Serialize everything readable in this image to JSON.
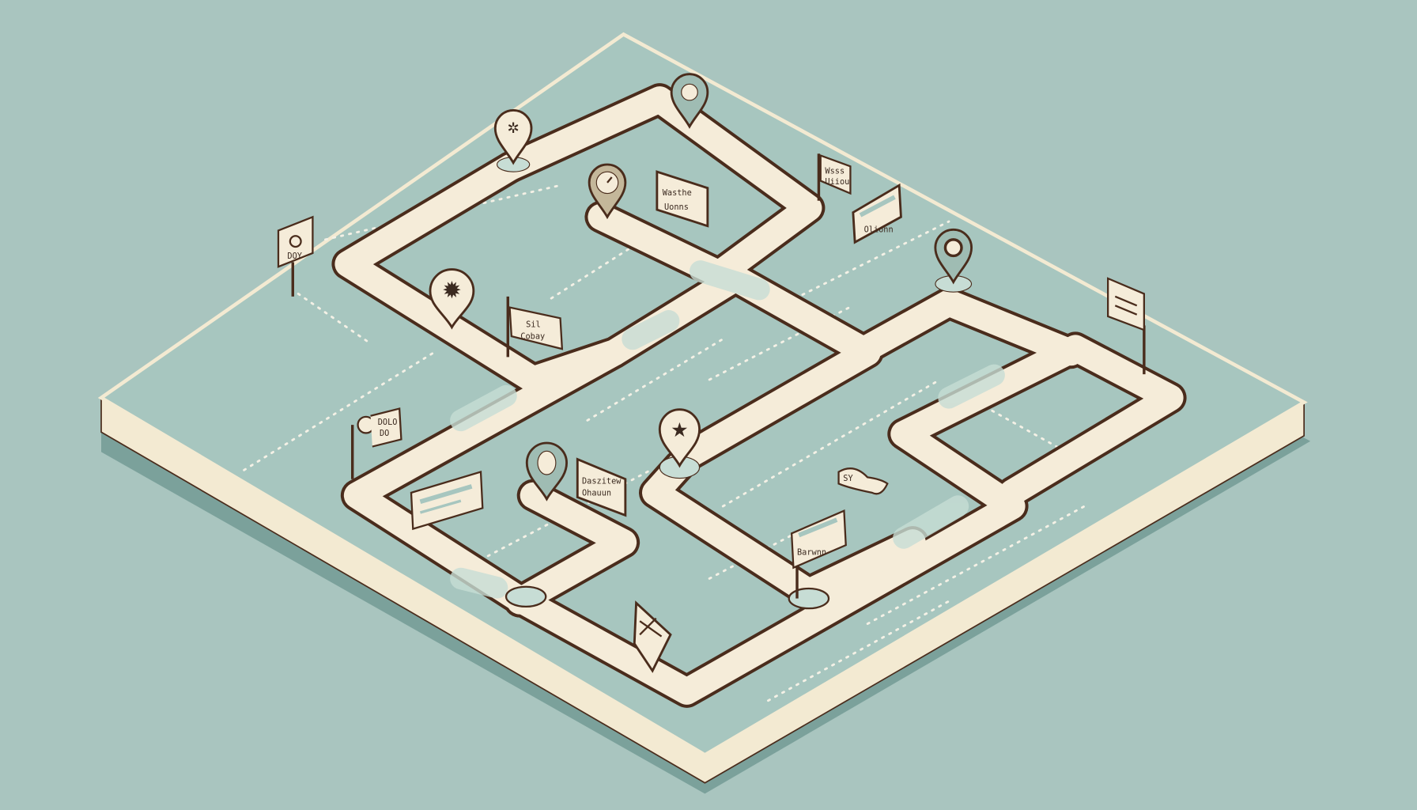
{
  "colors": {
    "background": "#a9c5bf",
    "platform_top": "#a7c6bf",
    "platform_edge": "#f3ead2",
    "platform_shadow": "#6f9792",
    "road_fill": "#f5ecd9",
    "road_outline": "#4a2c1c",
    "highlight": "#c7ddd5"
  },
  "signs": {
    "flag_left": {
      "line1": "DOY",
      "line2": ""
    },
    "box_center": {
      "line1": "Wasthe",
      "line2": "Uonns"
    },
    "flag_top_right": {
      "line1": "Wsss",
      "line2": "Uiiou"
    },
    "box_right": {
      "line1": "Olionn"
    },
    "flag_mid": {
      "line1": "Sil",
      "line2": "Cobay"
    },
    "flag_lower_left": {
      "line1": "DOLO",
      "line2": "DO"
    },
    "box_lower": {
      "line1": "Daszitew",
      "line2": "Ohauun"
    },
    "sign_bottom": {
      "line1": "Barwnn"
    },
    "bubble": {
      "line1": "SY"
    }
  },
  "pins": [
    {
      "icon": "compass-icon"
    },
    {
      "icon": "person-icon"
    },
    {
      "icon": "clock-icon"
    },
    {
      "icon": "burst-icon"
    },
    {
      "icon": "target-icon"
    },
    {
      "icon": "star-icon"
    },
    {
      "icon": "circle-icon"
    },
    {
      "icon": "envelope-icon"
    }
  ]
}
